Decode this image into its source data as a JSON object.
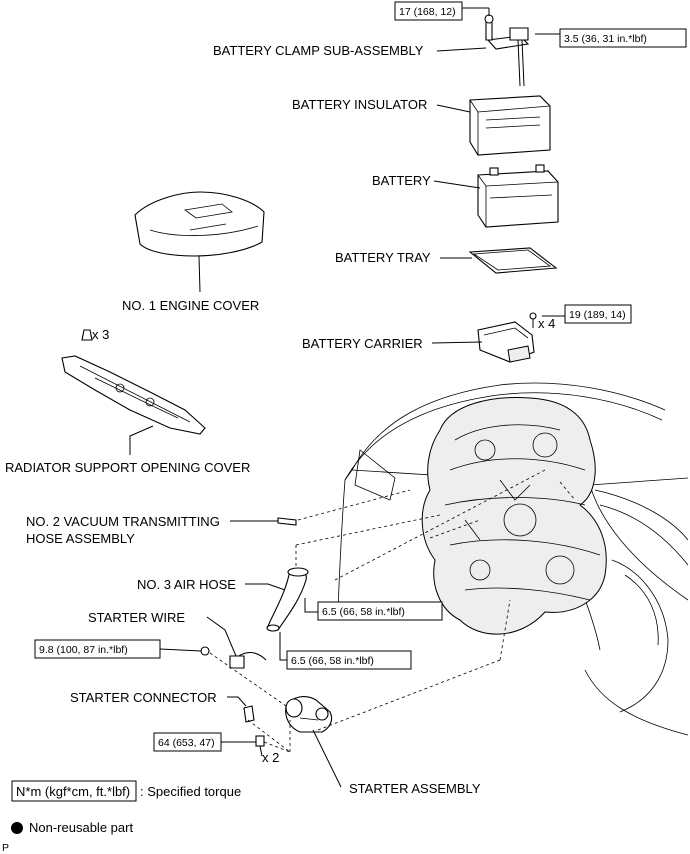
{
  "parts": {
    "battery_clamp": "BATTERY CLAMP SUB-ASSEMBLY",
    "battery_insulator": "BATTERY INSULATOR",
    "battery": "BATTERY",
    "battery_tray": "BATTERY TRAY",
    "engine_cover": "NO. 1 ENGINE COVER",
    "battery_carrier": "BATTERY CARRIER",
    "radiator_cover": "RADIATOR SUPPORT OPENING COVER",
    "vacuum_hose_line1": "NO. 2 VACUUM TRANSMITTING",
    "vacuum_hose_line2": "HOSE ASSEMBLY",
    "air_hose": "NO. 3 AIR HOSE",
    "starter_wire": "STARTER WIRE",
    "starter_connector": "STARTER CONNECTOR",
    "starter_assembly": "STARTER ASSEMBLY"
  },
  "torques": {
    "clamp_bolt": "17 (168, 12)",
    "clamp_nut": "3.5 (36, 31 in.*lbf)",
    "carrier_bolt": "19 (189, 14)",
    "air_hose_upper": "6.5 (66, 58 in.*lbf)",
    "air_hose_lower": "6.5 (66, 58 in.*lbf)",
    "starter_wire_nut": "9.8 (100, 87 in.*lbf)",
    "starter_bolt": "64 (653, 47)"
  },
  "quantities": {
    "radiator_clips": "x 3",
    "carrier_bolts": "x 4",
    "starter_bolts": "x 2"
  },
  "legend": {
    "unit_box": "N*m (kgf*cm, ft.*lbf)",
    "unit_desc": ": Specified torque",
    "non_reusable": "Non-reusable part"
  },
  "corner_mark": "P"
}
